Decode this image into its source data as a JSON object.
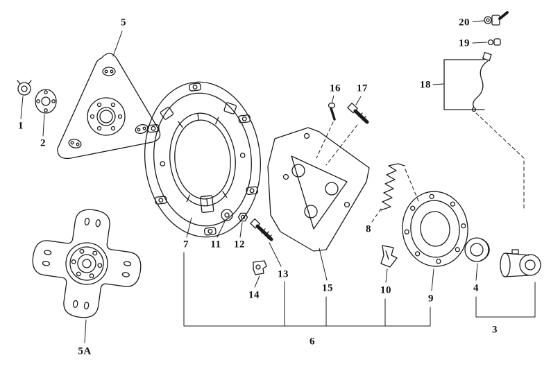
{
  "diagram": {
    "name": "clutch-exploded-parts-diagram",
    "background": "#ffffff",
    "line_color": "#1a1a1a",
    "labels": [
      {
        "id": "1"
      },
      {
        "id": "2"
      },
      {
        "id": "5"
      },
      {
        "id": "5A"
      },
      {
        "id": "7"
      },
      {
        "id": "11"
      },
      {
        "id": "12"
      },
      {
        "id": "13"
      },
      {
        "id": "14"
      },
      {
        "id": "15"
      },
      {
        "id": "16"
      },
      {
        "id": "17"
      },
      {
        "id": "8"
      },
      {
        "id": "10"
      },
      {
        "id": "9"
      },
      {
        "id": "4"
      },
      {
        "id": "3"
      },
      {
        "id": "6"
      },
      {
        "id": "18"
      },
      {
        "id": "19"
      },
      {
        "id": "20"
      }
    ]
  }
}
